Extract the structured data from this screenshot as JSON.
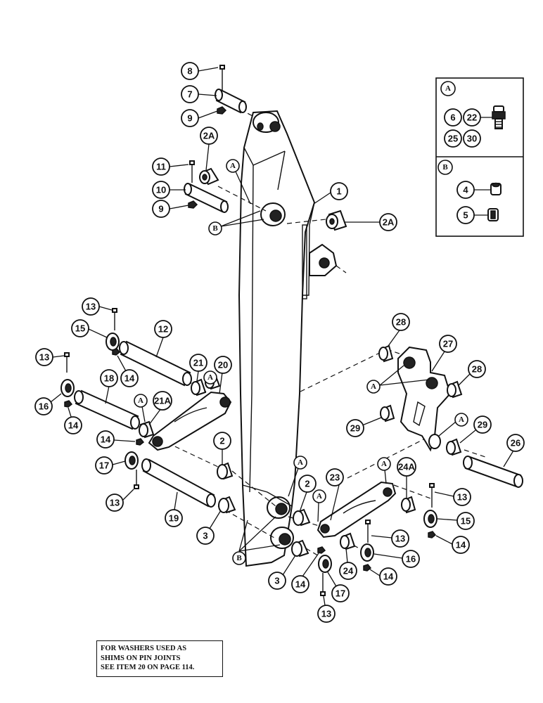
{
  "note": {
    "line1": "FOR WASHERS USED AS",
    "line2": "SHIMS ON PIN JOINTS",
    "line3": "SEE ITEM 20 ON PAGE 114."
  },
  "legend": {
    "a_label": "A",
    "a_items": [
      "6",
      "22",
      "25",
      "30"
    ],
    "b_label": "B",
    "b_items": [
      "4",
      "5"
    ]
  },
  "callouts": [
    "8",
    "7",
    "9",
    "2A",
    "11",
    "10",
    "9",
    "1",
    "2A",
    "13",
    "15",
    "12",
    "21",
    "20",
    "13",
    "18",
    "21A",
    "16",
    "14",
    "14",
    "14",
    "17",
    "2",
    "13",
    "19",
    "3",
    "28",
    "27",
    "28",
    "29",
    "29",
    "26",
    "24A",
    "23",
    "2",
    "13",
    "15",
    "14",
    "13",
    "16",
    "14",
    "24",
    "3",
    "14",
    "17",
    "13"
  ],
  "letters": [
    "A",
    "B",
    "A",
    "A",
    "A",
    "A",
    "A",
    "A",
    "A",
    "A",
    "B"
  ]
}
